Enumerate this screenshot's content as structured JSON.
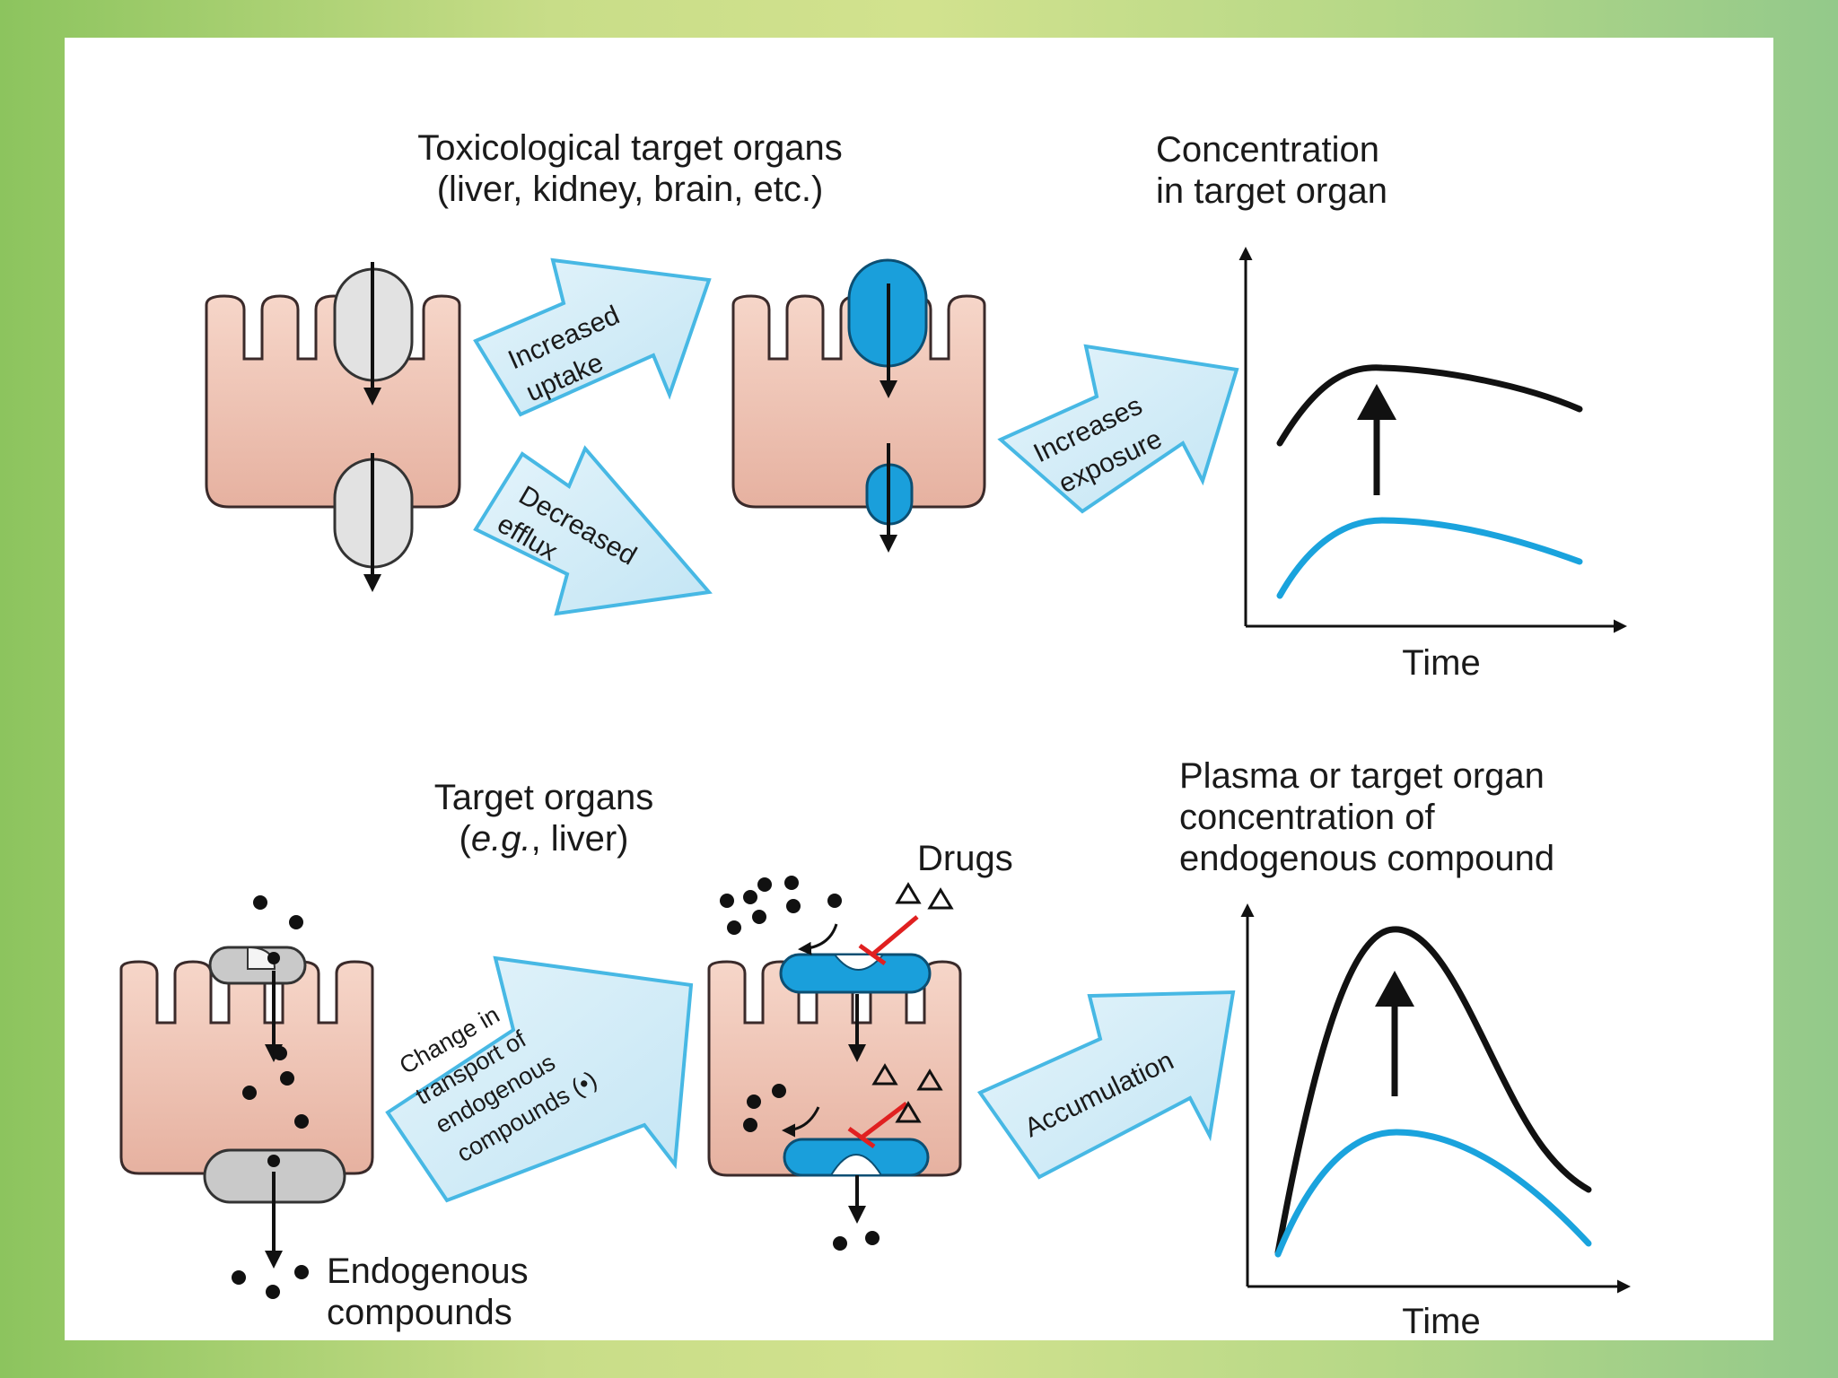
{
  "panel_top": {
    "title_line1": "Toxicological target organs",
    "title_line2": "(liver, kidney, brain, etc.)",
    "arrow_uptake_line1": "Increased",
    "arrow_uptake_line2": "uptake",
    "arrow_efflux_line1": "Decreased",
    "arrow_efflux_line2": "efflux",
    "arrow_exposure_line1": "Increases",
    "arrow_exposure_line2": "exposure",
    "graph_title_line1": "Concentration",
    "graph_title_line2": "in target organ",
    "graph_xlabel": "Time"
  },
  "panel_bottom": {
    "title_line1": "Target organs",
    "title_prefix": "(",
    "title_italic": "e.g.",
    "title_suffix": ", liver)",
    "drugs_label": "Drugs",
    "arrow_change_line1": "Change in",
    "arrow_change_line2": "transport of",
    "arrow_change_line3": "endogenous",
    "arrow_change_line4": "compounds (•)",
    "arrow_accum": "Accumulation",
    "legend_line1": "Endogenous",
    "legend_line2": "compounds",
    "graph_title_line1": "Plasma or target organ",
    "graph_title_line2": "concentration of",
    "graph_title_line3": "endogenous compound",
    "graph_xlabel": "Time"
  },
  "colors": {
    "cell": "#f2cbbb",
    "transporter_normal": "#dcdcdc",
    "transporter_active": "#1a9fdb",
    "arrow_fill": "#d2ecf8",
    "arrow_stroke": "#4bbbe6",
    "curve_high": "#111111",
    "curve_normal": "#1aa3dd",
    "inhibitor": "#e02020"
  },
  "icons": {
    "drug": "triangle-icon",
    "endogenous": "dot-icon"
  }
}
